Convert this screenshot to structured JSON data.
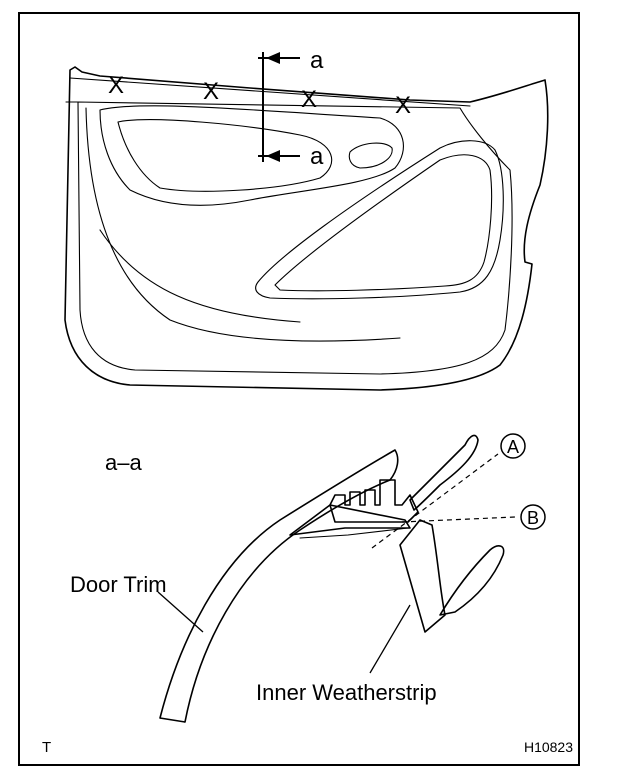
{
  "section_marker_label": "a",
  "section_title": "a–a",
  "callouts": {
    "a": "A",
    "b": "B"
  },
  "labels": {
    "door_trim": "Door Trim",
    "inner_weatherstrip": "Inner Weatherstrip"
  },
  "footer": {
    "corner_mark": "T",
    "figure_id": "H10823"
  },
  "clip_marks": [
    "X",
    "X",
    "X",
    "X"
  ]
}
